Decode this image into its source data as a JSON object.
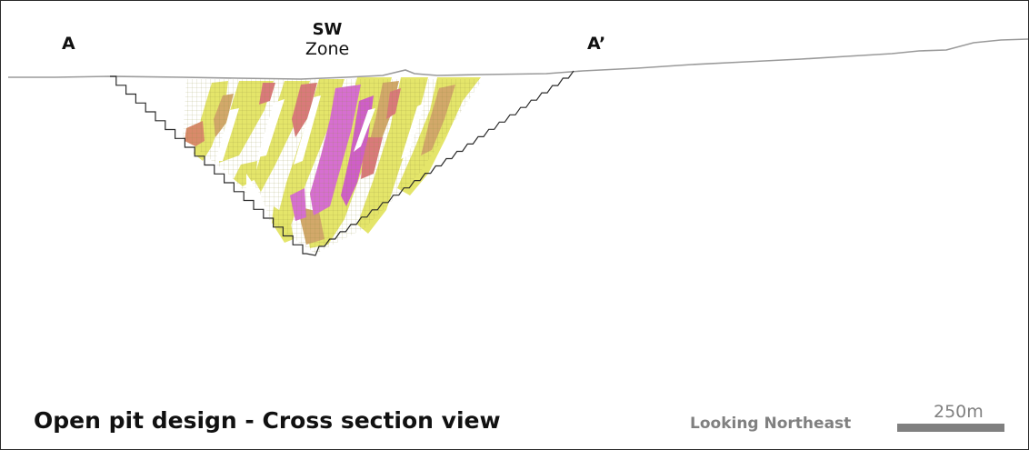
{
  "section": {
    "left_label": "A",
    "right_label": "A’",
    "zone_line1": "SW",
    "zone_line2": "Zone"
  },
  "title": "Open pit design - Cross section view",
  "orientation": "Looking Northeast",
  "scale": {
    "label": "250m"
  },
  "colors": {
    "topography": "#9a9a9a",
    "pit_outline": "#2b2b2b",
    "grade_low": "#e4e56a",
    "grade_mid": "#d2a86a",
    "grade_med_high": "#d97a7a",
    "grade_high": "#d66fd0",
    "scale_bar": "#808080"
  },
  "icons": [
    "scale-bar-icon"
  ]
}
